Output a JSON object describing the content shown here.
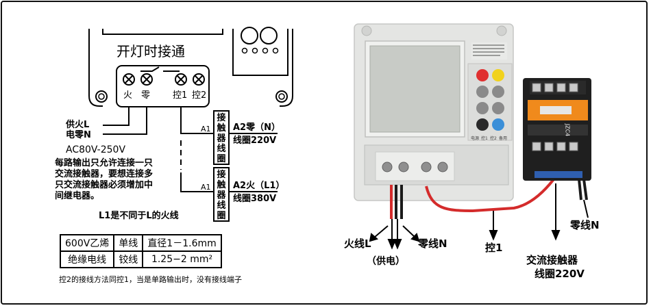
{
  "left": {
    "title": "开灯时接通",
    "terminals": {
      "fire": "火",
      "zero": "零",
      "ctrl1": "控1",
      "ctrl2": "控2"
    },
    "supply_fire": "供火L",
    "supply_zero": "电零N",
    "voltage": "AC80V-250V",
    "note_lines": [
      "每路输出只允许连接一只",
      "交流接触器，要想连接多",
      "只交流接触器必须增加中",
      "间继电器。"
    ],
    "l1_note": "L1是不同于L的火线",
    "a1_top": "A1",
    "a1_bottom": "A1",
    "contactor_chars": [
      "接",
      "触",
      "器",
      "线",
      "圈"
    ],
    "coil_top_line1": "A2零（N）",
    "coil_top_line2": "线圈220V",
    "coil_bottom_line1": "A2火（L1）",
    "coil_bottom_line2": "线圈380V",
    "table": [
      [
        "600V乙烯",
        "单线",
        "直径1－1.6mm"
      ],
      [
        "绝缘电线",
        "铰线",
        "1.25−2 mm²"
      ]
    ],
    "footer": "控2的接线方法同控1，当是单路输出时，没有接线端子"
  },
  "right": {
    "fire_label": "火线L",
    "zero_label": "零线N",
    "supply_label": "（供电）",
    "ctrl1_label": "控1",
    "contactor_label_line1": "交流接触器",
    "contactor_label_line2": "线圈220V",
    "contactor_zero_label": "零线N",
    "device_bottom_labels": [
      "电源",
      "控1",
      "控2",
      "备用"
    ],
    "contactor_model": "JZC4"
  },
  "colors": {
    "wire_red": "#d42b2b",
    "wire_black": "#1a1a1a",
    "btn_red": "#e03030",
    "btn_yellow": "#f1d21c",
    "btn_blue": "#3b8fd8",
    "btn_gray": "#8a8a8a"
  }
}
